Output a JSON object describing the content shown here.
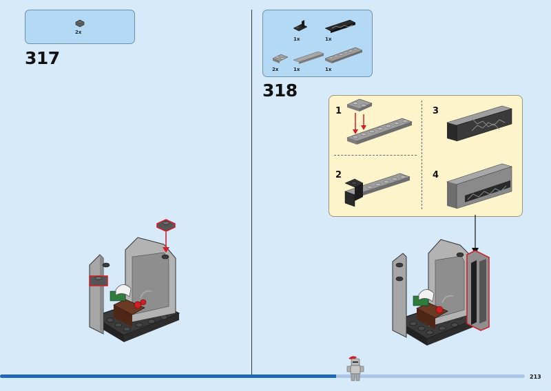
{
  "page_number": "213",
  "progress_fraction": 0.64,
  "colors": {
    "background": "#d6eaf9",
    "callout": "#b4d9f5",
    "subpanel": "#fdf4cc",
    "progress": "#1f69b4",
    "arrow": "#d0202a"
  },
  "step_317": {
    "number": "317",
    "parts": [
      {
        "name": "plate-1x1-dark-grey",
        "qty": "2x"
      }
    ]
  },
  "step_318": {
    "number": "318",
    "parts": [
      {
        "name": "bracket-1x2-black",
        "qty": "1x"
      },
      {
        "name": "tile-1x4-decorated",
        "qty": "1x"
      },
      {
        "name": "plate-1x2-grey",
        "qty": "2x"
      },
      {
        "name": "tile-1x6-grey",
        "qty": "1x"
      },
      {
        "name": "plate-1x6-grey",
        "qty": "1x"
      }
    ],
    "substeps": [
      "1",
      "2",
      "3",
      "4"
    ]
  }
}
